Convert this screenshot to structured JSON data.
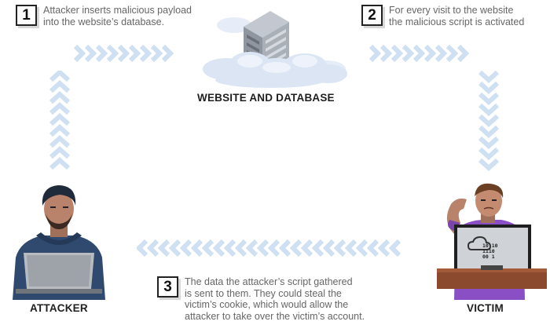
{
  "steps": [
    {
      "number": "1",
      "lines": [
        "Attacker inserts malicious payload",
        "into the website’s database."
      ]
    },
    {
      "number": "2",
      "lines": [
        "For every visit to the website",
        "the malicious script is activated"
      ]
    },
    {
      "number": "3",
      "lines": [
        "The data the attacker’s script gathered",
        "is sent to them. They could steal the",
        "victim’s cookie, which would allow the",
        "attacker to take over the victim’s account."
      ]
    }
  ],
  "labels": {
    "website": "WEBSITE AND DATABASE",
    "attacker": "ATTACKER",
    "victim": "VICTIM"
  },
  "screen_text": [
    "10 10",
    "1110",
    "00 1"
  ],
  "colors": {
    "arrow": "#cfe0f3",
    "cloud": "#dce6f5",
    "server": "#9aa1ab",
    "hoodie": "#2f4a6e",
    "shirt": "#8a4fc4",
    "desk": "#8b4a2e"
  }
}
